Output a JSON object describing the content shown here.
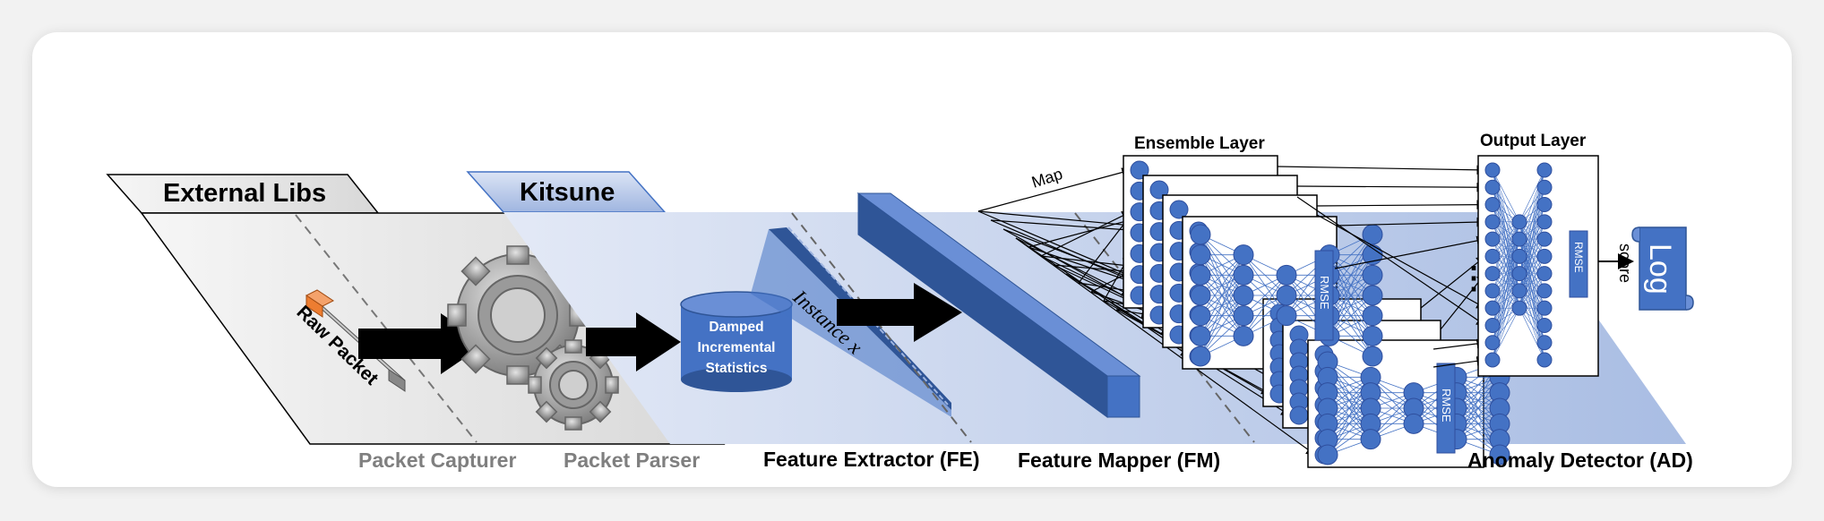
{
  "external_libs": {
    "title": "External Libs",
    "raw_packet": "Raw Packet",
    "capturer": "Packet Capturer",
    "parser": "Packet Parser"
  },
  "kitsune": {
    "title": "Kitsune",
    "stats_line1": "Damped",
    "stats_line2": "Incremental",
    "stats_line3": "Statistics",
    "instance": "Instance x⃗",
    "fe": "Feature Extractor (FE)",
    "fm": "Feature Mapper (FM)",
    "map": "Map",
    "ensemble": "Ensemble Layer",
    "output": "Output Layer",
    "rmse": "RMSE",
    "ellipsis": "⋮",
    "score": "score",
    "log": "Log",
    "ad": "Anomaly Detector (AD)"
  },
  "colors": {
    "blue": "#4472c4",
    "blue_dark": "#2f4f9e",
    "plane": "#c9d6ee",
    "gray_plane": "#e8e8e8",
    "gray_text": "#7f7f7f"
  }
}
